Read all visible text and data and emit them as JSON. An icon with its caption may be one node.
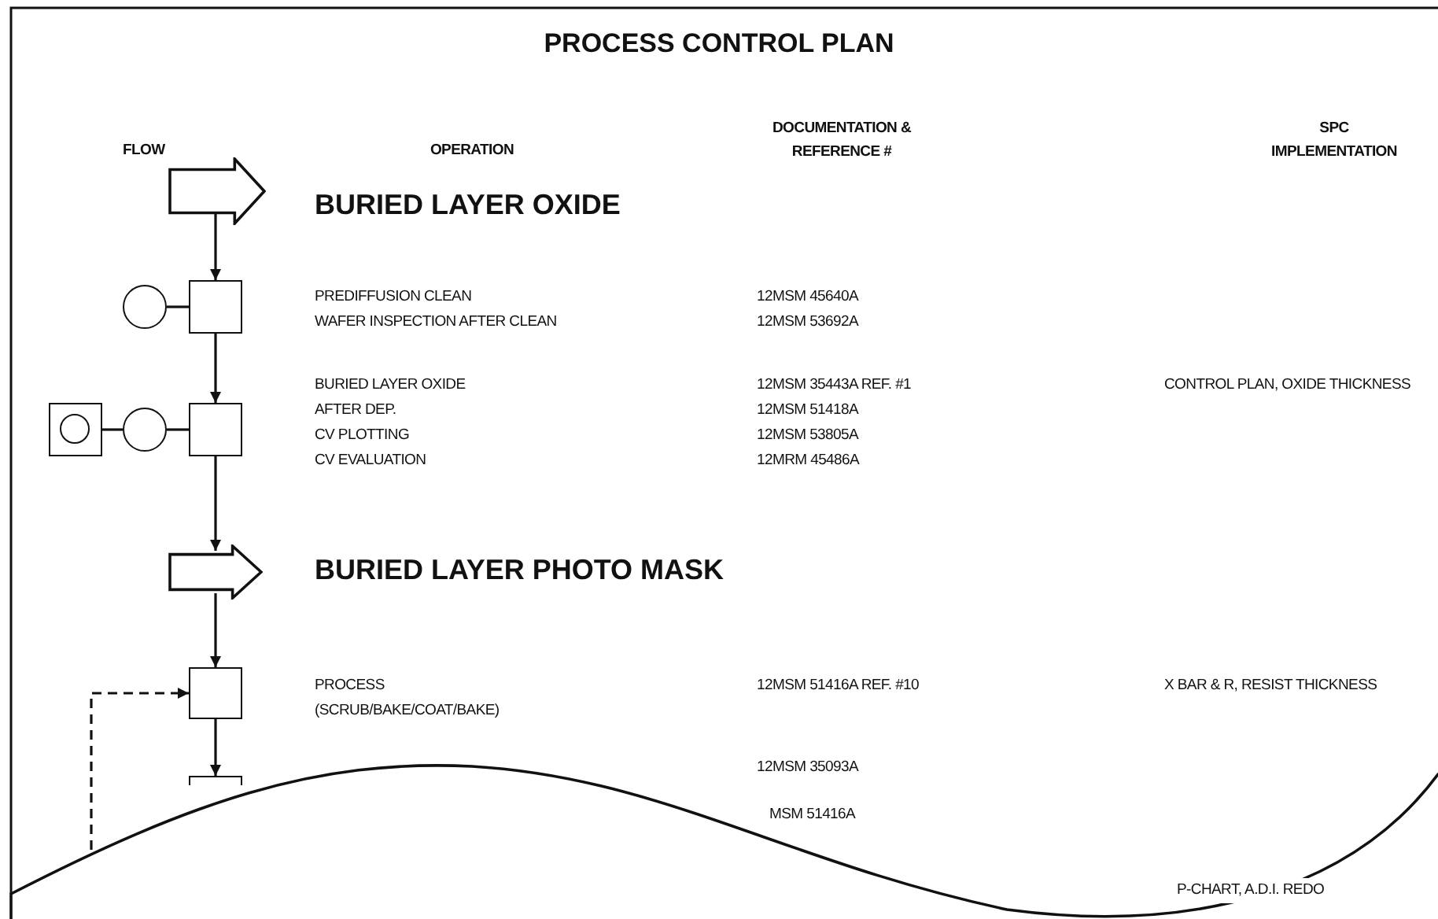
{
  "diagram": {
    "title": "PROCESS CONTROL PLAN",
    "nodes": [
      {
        "text": [],
        "shape": "arrow",
        "beside": [
          "BURIED LAYER OXIDE"
        ]
      },
      {
        "text": [],
        "shape": "circle"
      },
      {
        "text": [],
        "shape": "box"
      },
      {
        "text": [],
        "shape": "box"
      },
      {
        "text": [],
        "shape": "circle"
      },
      {
        "text": [],
        "shape": "box"
      },
      {
        "text": [],
        "shape": "arrow",
        "beside": [
          "BURIED LAYER PHOTO MASK"
        ]
      },
      {
        "text": [],
        "shape": "box"
      },
      {
        "text": [],
        "shape": "box"
      }
    ],
    "edges": [
      {
        "from": 0,
        "to": 2,
        "arrow": "to"
      },
      {
        "from": 1,
        "to": 2,
        "arrow": "none"
      },
      {
        "from": 2,
        "to": 5,
        "arrow": "to"
      },
      {
        "from": 3,
        "to": 4,
        "arrow": "none"
      },
      {
        "from": 4,
        "to": 5,
        "arrow": "none"
      },
      {
        "from": 5,
        "to": 6,
        "arrow": "to"
      },
      {
        "from": 6,
        "to": 7,
        "arrow": "to"
      },
      {
        "from": 7,
        "to": 8,
        "arrow": "to"
      },
      {
        "from": null,
        "to": 7,
        "arrow": "to",
        "style": "dashed"
      }
    ],
    "labels": [
      "FLOW",
      "OPERATION",
      "DOCUMENTATION & REFERENCE #",
      "SPC IMPLEMENTATION",
      "PREDIFFUSION CLEAN",
      "12MSM 45640A",
      "WAFER INSPECTION AFTER CLEAN",
      "12MSM 53692A",
      "BURIED LAYER OXIDE",
      "12MSM 35443A REF. #1",
      "CONTROL PLAN, OXIDE THICKNESS",
      "AFTER DEP.",
      "12MSM 51418A",
      "CV PLOTTING",
      "12MSM 53805A",
      "CV EVALUATION",
      "12MRM 45486A",
      "PROCESS (SCRUB/BAKE/COAT/BAKE)",
      "12MSM 51416A REF. #10",
      "X BAR & R, RESIST THICKNESS",
      "12MSM 35093A",
      "MSM 51416A",
      "P-CHART, A.D.I. REDO"
    ]
  }
}
